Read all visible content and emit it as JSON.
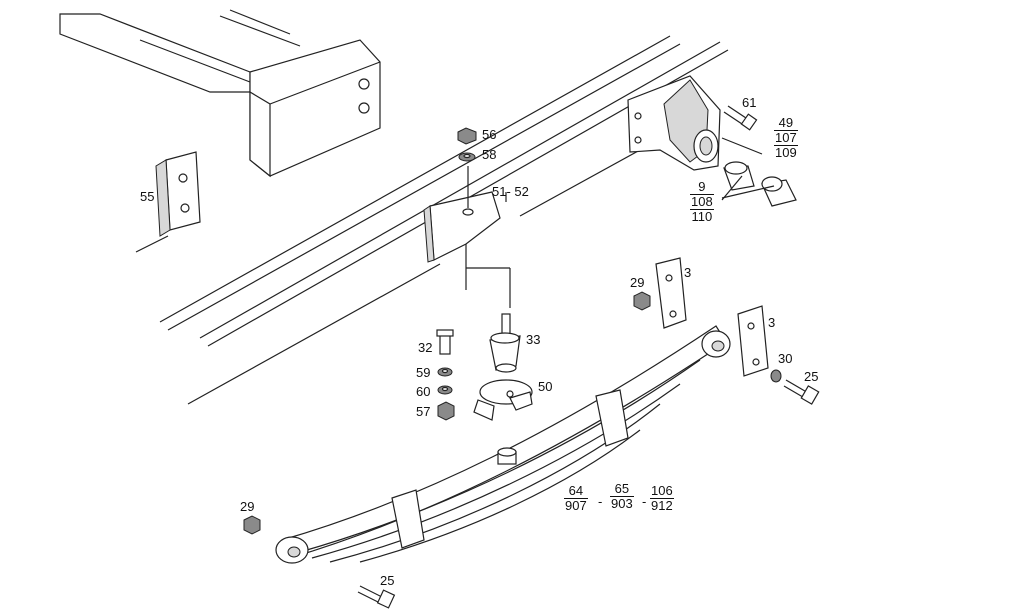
{
  "callouts": {
    "c55": "55",
    "c56": "56",
    "c58": "58",
    "c51_52": "51- 52",
    "c61": "61",
    "c49_107_109": {
      "num": "49",
      "den1": "107",
      "den2": "109"
    },
    "c9_108_110": {
      "num": "9",
      "den1": "108",
      "den2": "110"
    },
    "c29_top": "29",
    "c3_left": "3",
    "c3_right": "3",
    "c32": "32",
    "c33": "33",
    "c59": "59",
    "c60": "60",
    "c57": "57",
    "c50": "50",
    "c30": "30",
    "c25_right": "25",
    "c64_907": {
      "num": "64",
      "den": "907"
    },
    "c65_903": {
      "num": "65",
      "den": "903"
    },
    "c106_912": {
      "num": "106",
      "den": "912"
    },
    "dash1": "-",
    "dash2": "-",
    "c29_bottom": "29",
    "c25_bottom": "25"
  }
}
